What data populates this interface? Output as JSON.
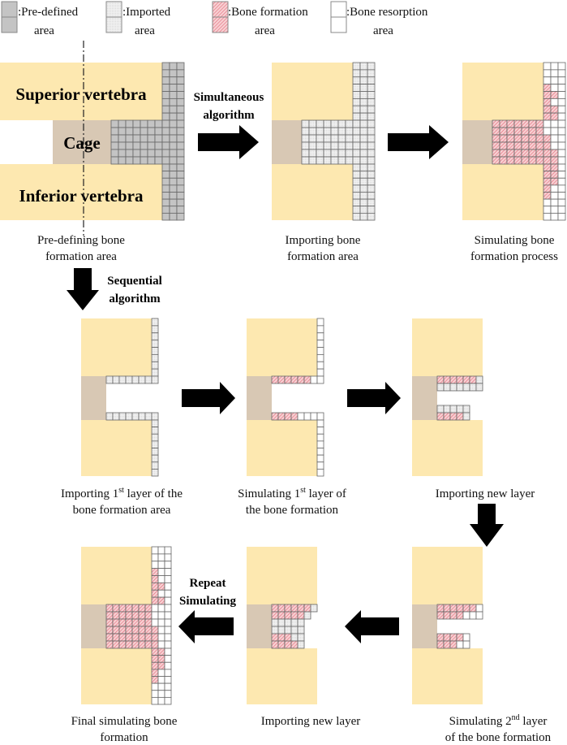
{
  "legend": [
    {
      "line1": ":Pre-defined",
      "line2": "area",
      "state": "predefined"
    },
    {
      "line1": ":Imported",
      "line2": "area",
      "state": "imported"
    },
    {
      "line1": ":Bone formation",
      "line2": "area",
      "state": "formation"
    },
    {
      "line1": ":Bone resorption",
      "line2": "area",
      "state": "resorption"
    }
  ],
  "labels": {
    "superior": "Superior vertebra",
    "cage": "Cage",
    "inferior": "Inferior vertebra",
    "simultaneous_1": "Simultaneous",
    "simultaneous_2": "algorithm",
    "sequential_1": "Sequential",
    "sequential_2": "algorithm",
    "repeat_1": "Repeat",
    "repeat_2": "Simulating"
  },
  "captions": {
    "p1": [
      "Pre-defining bone",
      "formation area"
    ],
    "p2": [
      "Importing bone",
      "formation area"
    ],
    "p3": [
      "Simulating bone",
      "formation process"
    ],
    "p4": {
      "a": "Importing 1",
      "sup": "st",
      "b": " layer of the",
      "line2": "bone formation area"
    },
    "p5": {
      "a": "Simulating 1",
      "sup": "st",
      "b": " layer of",
      "line2": "the bone formation"
    },
    "p6": [
      "Importing new layer"
    ],
    "p7": {
      "a": "Simulating 2",
      "sup": "nd",
      "b": " layer",
      "line2": "of the bone formation"
    },
    "p8": [
      "Importing new layer"
    ],
    "p9": [
      "Final simulating bone",
      "formation"
    ]
  },
  "colors": {
    "vertebra": "#fde8b0",
    "cage": "#d8c8b4",
    "predefined": "#c4c4c4",
    "imported": "#eeeeee",
    "formation": "#f6c4c8",
    "formation_hatch": "#e0707c",
    "resorption": "#ffffff",
    "grid_line": "#666666"
  }
}
